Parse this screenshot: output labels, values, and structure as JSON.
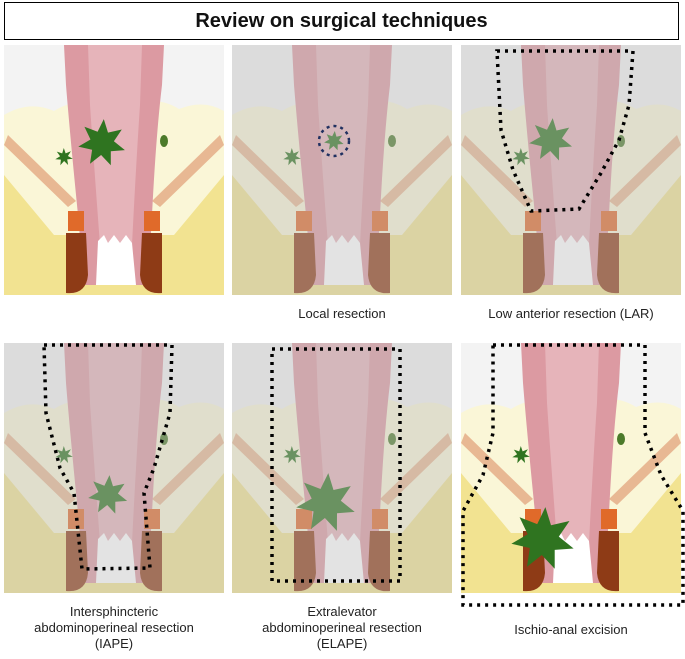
{
  "title": "Review on surgical techniques",
  "colors": {
    "fat": "#f2e391",
    "fat_pale": "#faf6d7",
    "pelvis": "#f3f3f3",
    "rectum": "#dc9aa2",
    "rectum_dark": "#c87f89",
    "muscle": "#e6b18c",
    "sphincter": "#8e3b16",
    "sphincter_top": "#e06a2a",
    "tumor": "#2f7420",
    "node": "#4c7a2a",
    "dim_overlay": "#bdbdbd"
  },
  "panels": [
    {
      "id": "normal",
      "caption": [],
      "dimmed": false,
      "resection": "none"
    },
    {
      "id": "local",
      "caption": [
        "Local resection"
      ],
      "dimmed": true,
      "resection": "local"
    },
    {
      "id": "lar",
      "caption": [
        "Low anterior resection (LAR)"
      ],
      "dimmed": true,
      "resection": "lar"
    },
    {
      "id": "iape",
      "caption": [
        "Intersphincteric",
        "abdominoperineal resection",
        "(IAPE)"
      ],
      "dimmed": true,
      "resection": "iape"
    },
    {
      "id": "elape",
      "caption": [
        "Extralevator",
        "abdominoperineal resection",
        "(ELAPE)"
      ],
      "dimmed": true,
      "resection": "elape"
    },
    {
      "id": "ischio",
      "caption": [
        "Ischio-anal excision"
      ],
      "dimmed": false,
      "resection": "ischio"
    }
  ]
}
